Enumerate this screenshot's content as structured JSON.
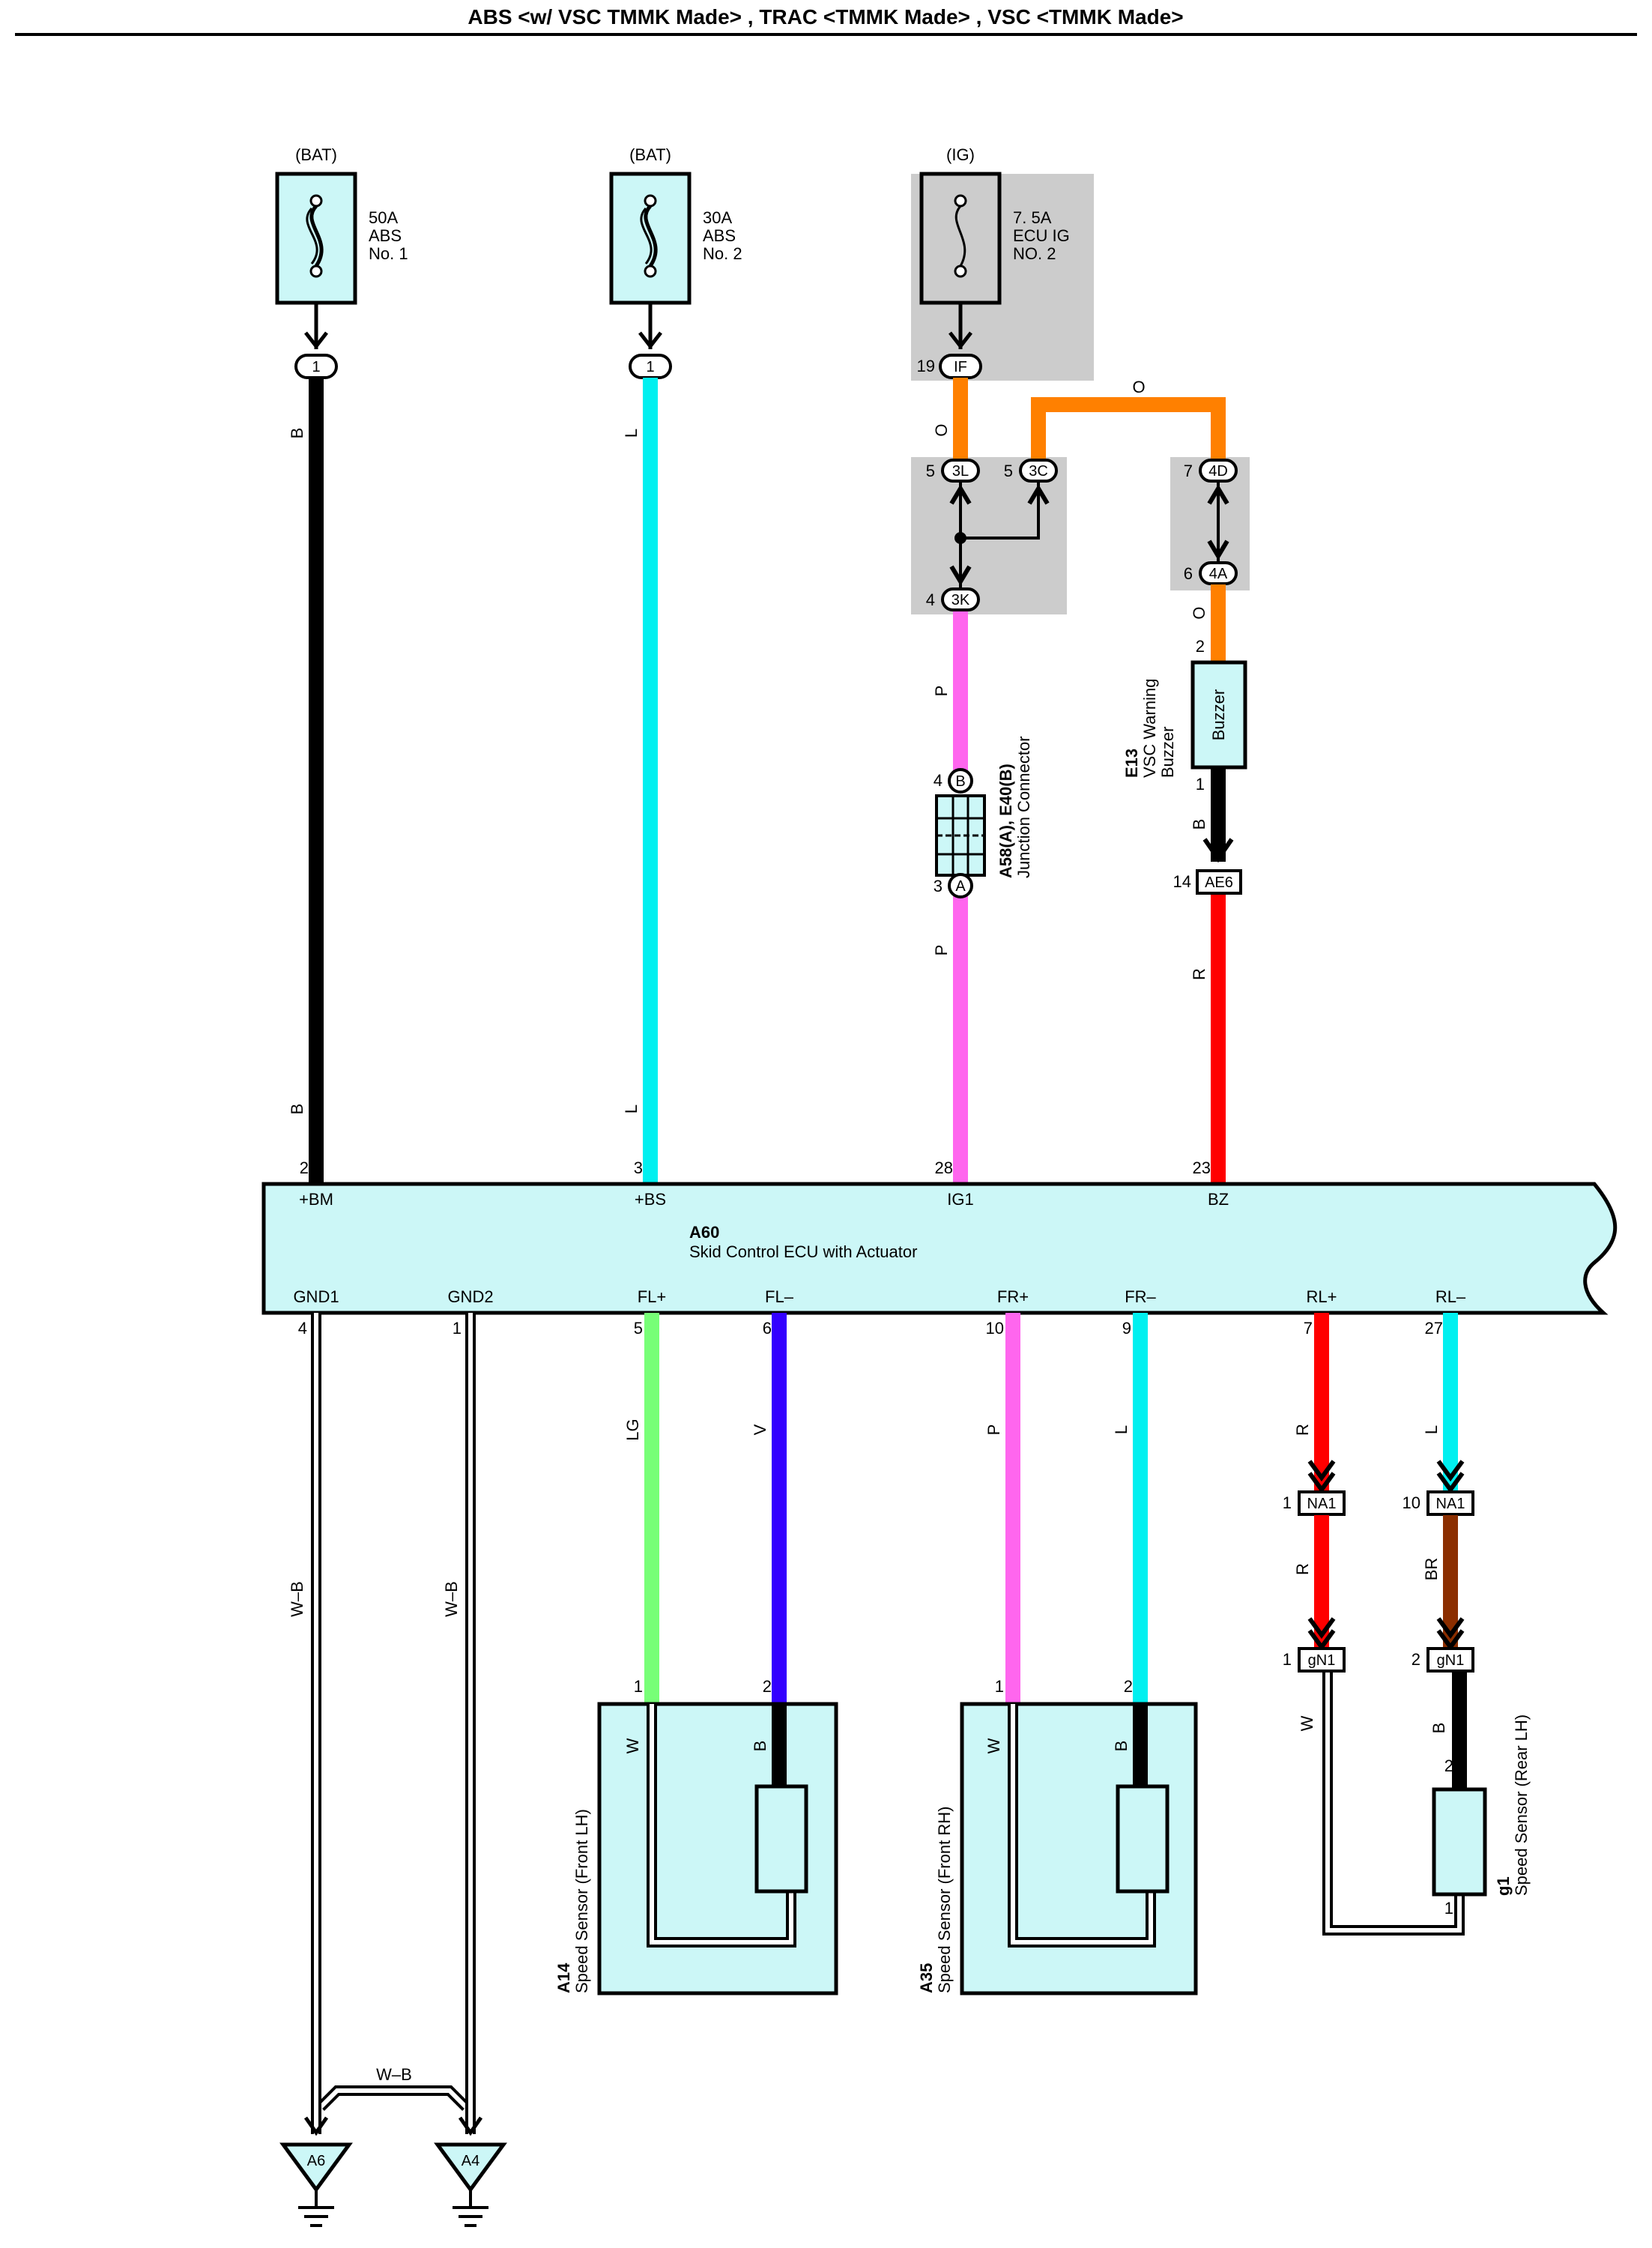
{
  "header": {
    "title": "ABS <w/ VSC TMMK Made> , TRAC <TMMK Made> , VSC <TMMK Made>"
  },
  "colors": {
    "B": "#000000",
    "L": "#00f0f0",
    "O": "#ff8000",
    "P": "#ff66ee",
    "R": "#ff0000",
    "LG": "#77ff77",
    "V": "#3300ff",
    "BR": "#8b2e00",
    "W": "#ffffff",
    "component_fill": "#ccf7f7",
    "relay_box": "#cccccc"
  },
  "fuses": [
    {
      "source": "(BAT)",
      "rating": "50A",
      "name": "ABS",
      "number": "No. 1",
      "pin": "1"
    },
    {
      "source": "(BAT)",
      "rating": "30A",
      "name": "ABS",
      "number": "No. 2",
      "pin": "1"
    },
    {
      "source": "(IG)",
      "rating": "7. 5A",
      "name": "ECU IG",
      "number": "NO. 2",
      "pin": "IF",
      "pin_num": "19"
    }
  ],
  "junctions": {
    "j3L": {
      "conn": "3L",
      "pin": "5"
    },
    "j3C": {
      "conn": "3C",
      "pin": "5"
    },
    "j3K": {
      "conn": "3K",
      "pin": "4"
    },
    "j4D": {
      "conn": "4D",
      "pin": "7"
    },
    "j4A": {
      "conn": "4A",
      "pin": "6"
    }
  },
  "junction_connector": {
    "id": "A58(A), E40(B)",
    "name": "Junction Connector",
    "pin_b": "B",
    "pin_b_num": "4",
    "pin_a": "A",
    "pin_a_num": "3"
  },
  "buzzer": {
    "id": "E13",
    "name": "VSC Warning",
    "name2": "Buzzer",
    "label": "Buzzer",
    "pin_top": "2",
    "pin_bottom": "1"
  },
  "connector_ae6": {
    "name": "AE6",
    "pin": "14"
  },
  "wire_labels": {
    "bm_top": "B",
    "bm_bot": "B",
    "bs_top": "L",
    "bs_bot": "L",
    "ig_o": "O",
    "ig_o_bridge": "O",
    "ig_p_top": "P",
    "ig_p_bot": "P",
    "bz_o": "O",
    "bz_b": "B",
    "bz_r": "R",
    "gnd1": "W–B",
    "gnd2": "W–B",
    "gnd_bridge": "W–B",
    "fl_plus": "LG",
    "fl_minus": "V",
    "fr_plus": "P",
    "fr_minus": "L",
    "rl_plus_top": "R",
    "rl_plus_mid": "R",
    "rl_minus_top": "L",
    "rl_minus_mid": "BR",
    "s_fl_w": "W",
    "s_fl_b": "B",
    "s_fr_w": "W",
    "s_fr_b": "B",
    "s_rl_w": "W",
    "s_rl_b": "B"
  },
  "ecu": {
    "id": "A60",
    "name": "Skid Control ECU with Actuator",
    "top_pins": [
      {
        "num": "2",
        "name": "+BM"
      },
      {
        "num": "3",
        "name": "+BS"
      },
      {
        "num": "28",
        "name": "IG1"
      },
      {
        "num": "23",
        "name": "BZ"
      }
    ],
    "bottom_pins": [
      {
        "num": "4",
        "name": "GND1"
      },
      {
        "num": "1",
        "name": "GND2"
      },
      {
        "num": "5",
        "name": "FL+"
      },
      {
        "num": "6",
        "name": "FL–"
      },
      {
        "num": "10",
        "name": "FR+"
      },
      {
        "num": "9",
        "name": "FR–"
      },
      {
        "num": "7",
        "name": "RL+"
      },
      {
        "num": "27",
        "name": "RL–"
      }
    ]
  },
  "rear_connectors": [
    {
      "name": "NA1",
      "pin": "1"
    },
    {
      "name": "NA1",
      "pin": "10"
    },
    {
      "name": "gN1",
      "pin": "1"
    },
    {
      "name": "gN1",
      "pin": "2"
    }
  ],
  "sensors": [
    {
      "id": "A14",
      "name": "Speed Sensor (Front LH)",
      "pin1": "1",
      "pin2": "2"
    },
    {
      "id": "A35",
      "name": "Speed Sensor (Front RH)",
      "pin1": "1",
      "pin2": "2"
    },
    {
      "id": "g1",
      "name": "Speed Sensor (Rear LH)",
      "pin_top": "2",
      "pin_bottom": "1"
    }
  ],
  "grounds": [
    {
      "name": "A6"
    },
    {
      "name": "A4"
    }
  ]
}
